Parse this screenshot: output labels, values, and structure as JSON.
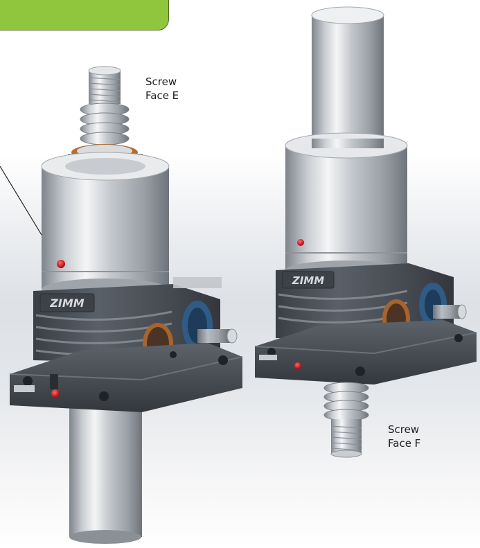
{
  "labels": {
    "screw_face_e": {
      "line1": "Screw",
      "line2": "Face E"
    },
    "screw_face_f": {
      "line1": "Screw",
      "line2": "Face F"
    }
  },
  "brand_mark": "ZIMM",
  "colors": {
    "banner": "#8fc63e",
    "housing": "#4a4f56",
    "steel": "#c7cbd0",
    "bearing_blue": "#2f5c86",
    "bronze": "#a8642e",
    "indicator_red": "#d8141b"
  }
}
